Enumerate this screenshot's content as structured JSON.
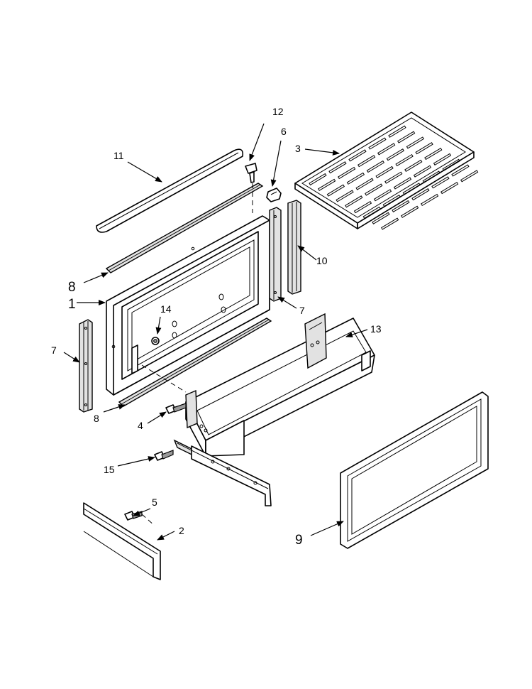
{
  "callouts": [
    {
      "id": "c1",
      "label": "1"
    },
    {
      "id": "c2",
      "label": "2"
    },
    {
      "id": "c3",
      "label": "3"
    },
    {
      "id": "c4",
      "label": "4"
    },
    {
      "id": "c5",
      "label": "5"
    },
    {
      "id": "c6",
      "label": "6"
    },
    {
      "id": "c7a",
      "label": "7"
    },
    {
      "id": "c7b",
      "label": "7"
    },
    {
      "id": "c8a",
      "label": "8"
    },
    {
      "id": "c8b",
      "label": "8"
    },
    {
      "id": "c9",
      "label": "9"
    },
    {
      "id": "c10",
      "label": "10"
    },
    {
      "id": "c11",
      "label": "11"
    },
    {
      "id": "c12",
      "label": "12"
    },
    {
      "id": "c13",
      "label": "13"
    },
    {
      "id": "c14",
      "label": "14"
    },
    {
      "id": "c15",
      "label": "15"
    }
  ]
}
